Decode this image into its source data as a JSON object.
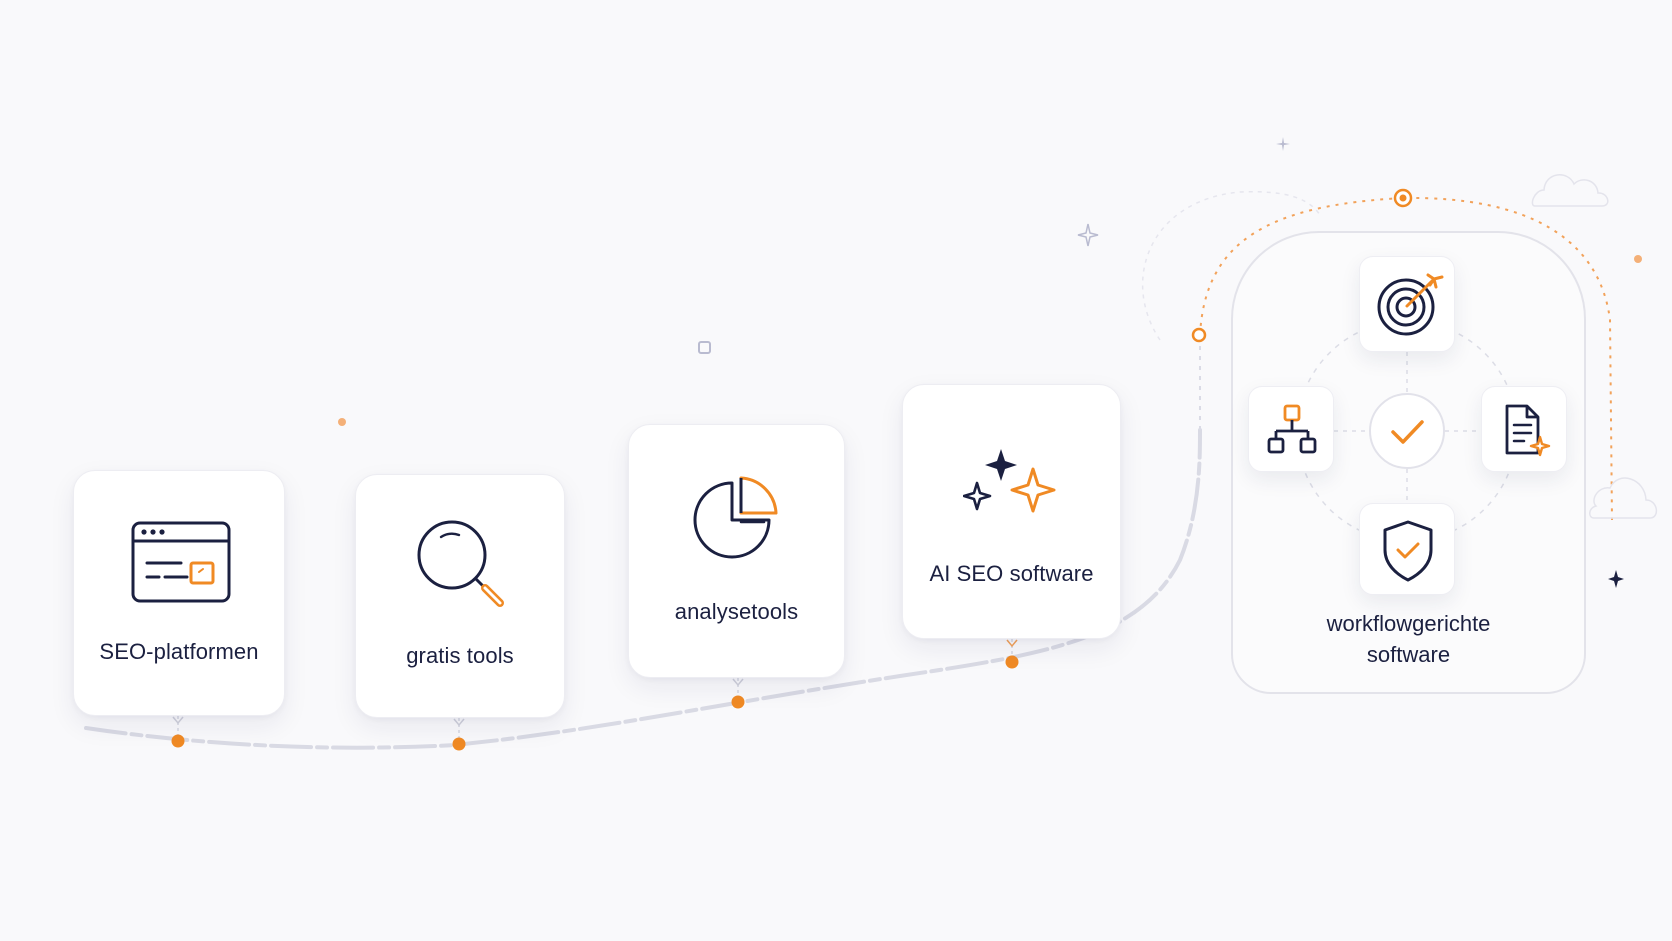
{
  "diagram": {
    "accent_color": "#f08a24",
    "ink_color": "#1b2040",
    "path_color": "#d6d7e2",
    "stages": [
      {
        "label": "SEO-platformen",
        "icon": "browser-window-icon"
      },
      {
        "label": "gratis tools",
        "icon": "magnifier-icon"
      },
      {
        "label": "analysetools",
        "icon": "pie-chart-icon"
      },
      {
        "label": "AI SEO software",
        "icon": "sparkles-icon"
      }
    ],
    "hub": {
      "label_line1": "workflowgerichte",
      "label_line2": "software",
      "icons": [
        "target-icon",
        "org-chart-icon",
        "checkmark-icon",
        "document-sparkle-icon",
        "shield-check-icon"
      ]
    }
  }
}
